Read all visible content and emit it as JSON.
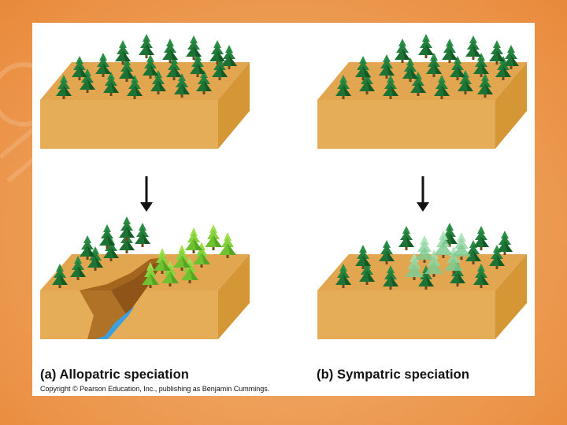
{
  "captions": {
    "allopatric": "(a) Allopatric speciation",
    "sympatric": "(b) Sympatric speciation"
  },
  "copyright": "Copyright © Pearson Education, Inc., publishing as Benjamin Cummings.",
  "colors": {
    "ground_top": "#e3a650",
    "ground_side": "#d59635",
    "ground_front": "#e6ad59",
    "tree_dark": "#1f7a3a",
    "tree_light": "#7fcf3a",
    "tree_hybrid": "#8fd6a0",
    "water": "#3c9fe0",
    "cliff": "#a4661f"
  },
  "icons": {
    "arrow_a": "down-arrow-icon",
    "arrow_b": "down-arrow-icon"
  }
}
